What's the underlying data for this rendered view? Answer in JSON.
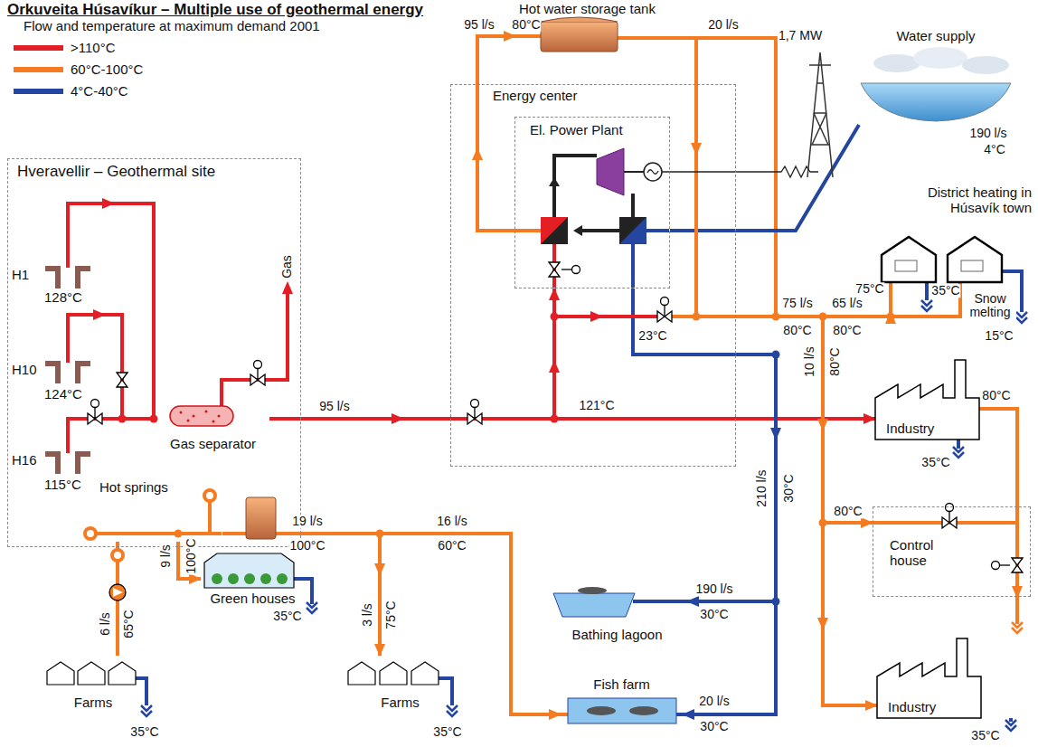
{
  "diagram": {
    "title": "Orkuveita Húsavíkur – Multiple use of geothermal energy",
    "nodes": [
      {
        "text": [
          "Hveravellir – Geothermal site"
        ]
      },
      {
        "text": [
          "H1",
          "128°C"
        ],
        "in": 0
      },
      {
        "text": [
          "H10",
          "124°C"
        ],
        "in": 0
      },
      {
        "text": [
          "H16",
          "115°C"
        ],
        "in": 0
      },
      {
        "text": [
          "Gas separator"
        ],
        "in": 0
      },
      {
        "text": [
          "Hot springs"
        ],
        "in": 0
      },
      {
        "text": [
          "Hot water storage tank"
        ]
      },
      {
        "text": [
          "Energy center"
        ]
      },
      {
        "text": [
          "El. Power Plant"
        ],
        "in": 7
      },
      {
        "text": [
          "Water supply"
        ]
      },
      {
        "text": [
          "District heating in Húsavík town"
        ]
      },
      {
        "text": [
          "Industry"
        ]
      },
      {
        "text": [
          "Control house"
        ]
      },
      {
        "text": [
          "Industry"
        ]
      },
      {
        "text": [
          "Bathing lagoon"
        ]
      },
      {
        "text": [
          "Fish farm"
        ]
      },
      {
        "text": [
          "Green houses"
        ]
      },
      {
        "text": [
          "Farms"
        ]
      },
      {
        "text": [
          "Farms"
        ]
      }
    ],
    "edges": [
      {
        "from": 1,
        "to": 4,
        "arrow": "none"
      },
      {
        "from": 2,
        "to": 4,
        "arrow": "none"
      },
      {
        "from": 3,
        "to": 4,
        "arrow": "none"
      },
      {
        "from": 4,
        "to": 8,
        "label": "95 l/s",
        "arrow": "to"
      },
      {
        "from": 7,
        "to": 11,
        "label": "121°C",
        "arrow": "to"
      },
      {
        "from": 8,
        "to": 6,
        "label": "95 l/s",
        "arrow": "to"
      },
      {
        "from": 6,
        "to": 10,
        "label": "20 l/s",
        "arrow": "to"
      },
      {
        "from": 9,
        "to": 8,
        "arrow": "none"
      },
      {
        "from": 8,
        "to": 14,
        "label": "210 l/s",
        "arrow": "to"
      },
      {
        "from": 8,
        "to": 15,
        "label": "20 l/s",
        "arrow": "to"
      },
      {
        "from": 7,
        "to": 12,
        "label": "10 l/s",
        "arrow": "to"
      },
      {
        "from": 7,
        "to": 13,
        "arrow": "to"
      },
      {
        "from": 11,
        "to": 12,
        "arrow": "none"
      },
      {
        "from": 5,
        "to": 16,
        "label": "9 l/s",
        "arrow": "to"
      },
      {
        "from": 5,
        "to": 17,
        "label": "6 l/s",
        "arrow": "none"
      },
      {
        "from": 5,
        "to": 18,
        "label": "3 l/s",
        "arrow": "to"
      },
      {
        "from": 5,
        "to": 15,
        "label": "16 l/s",
        "arrow": "to"
      }
    ],
    "labels": [
      "Flow and temperature at maximum demand 2001",
      "Gas",
      "1,7 MW",
      "190 l/s",
      "4°C",
      "80°C",
      "23°C",
      "75 l/s",
      "80°C",
      "65 l/s",
      "80°C",
      "75°C",
      "35°C",
      "Snow melting",
      "15°C",
      "80°C",
      "30°C",
      "80°C",
      "35°C",
      "80°C",
      "190 l/s",
      "30°C",
      "30°C",
      "35°C",
      "19 l/s",
      "100°C",
      "60°C",
      "100°C",
      "35°C",
      "65°C",
      "35°C",
      "75°C",
      "35°C"
    ],
    "legend": [
      {
        "text": ">110°C",
        "color": "#e31e24"
      },
      {
        "text": "60°C-100°C",
        "color": "#f47b20"
      },
      {
        "text": "4°C-40°C",
        "color": "#2546a0"
      }
    ]
  }
}
